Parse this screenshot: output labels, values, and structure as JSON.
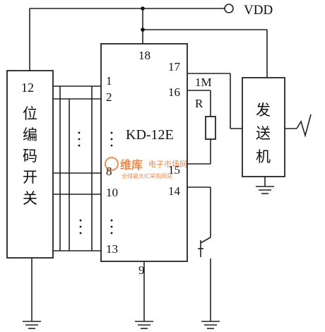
{
  "supply_label": "VDD",
  "chip": {
    "name": "KD-12E",
    "pins": {
      "p18": "18",
      "p17": "17",
      "p16": "16",
      "p1": "1",
      "p2": "2",
      "p8": "8",
      "p10": "10",
      "p13": "13",
      "p14": "14",
      "p15": "15",
      "p9": "9"
    },
    "dots": "·\n·\n·"
  },
  "switch_block": {
    "count": "12",
    "label_chars": [
      "位",
      "编",
      "码",
      "开",
      "关"
    ]
  },
  "resistor": {
    "value": "1M",
    "name": "R"
  },
  "transmitter": {
    "label_chars": [
      "发",
      "送",
      "机"
    ]
  },
  "watermark": {
    "brand": "维库",
    "tagline": "电子市场网",
    "slogan": "全球最大IC采购网站"
  },
  "colors": {
    "line": "#222222",
    "watermark": "#e8742a"
  }
}
